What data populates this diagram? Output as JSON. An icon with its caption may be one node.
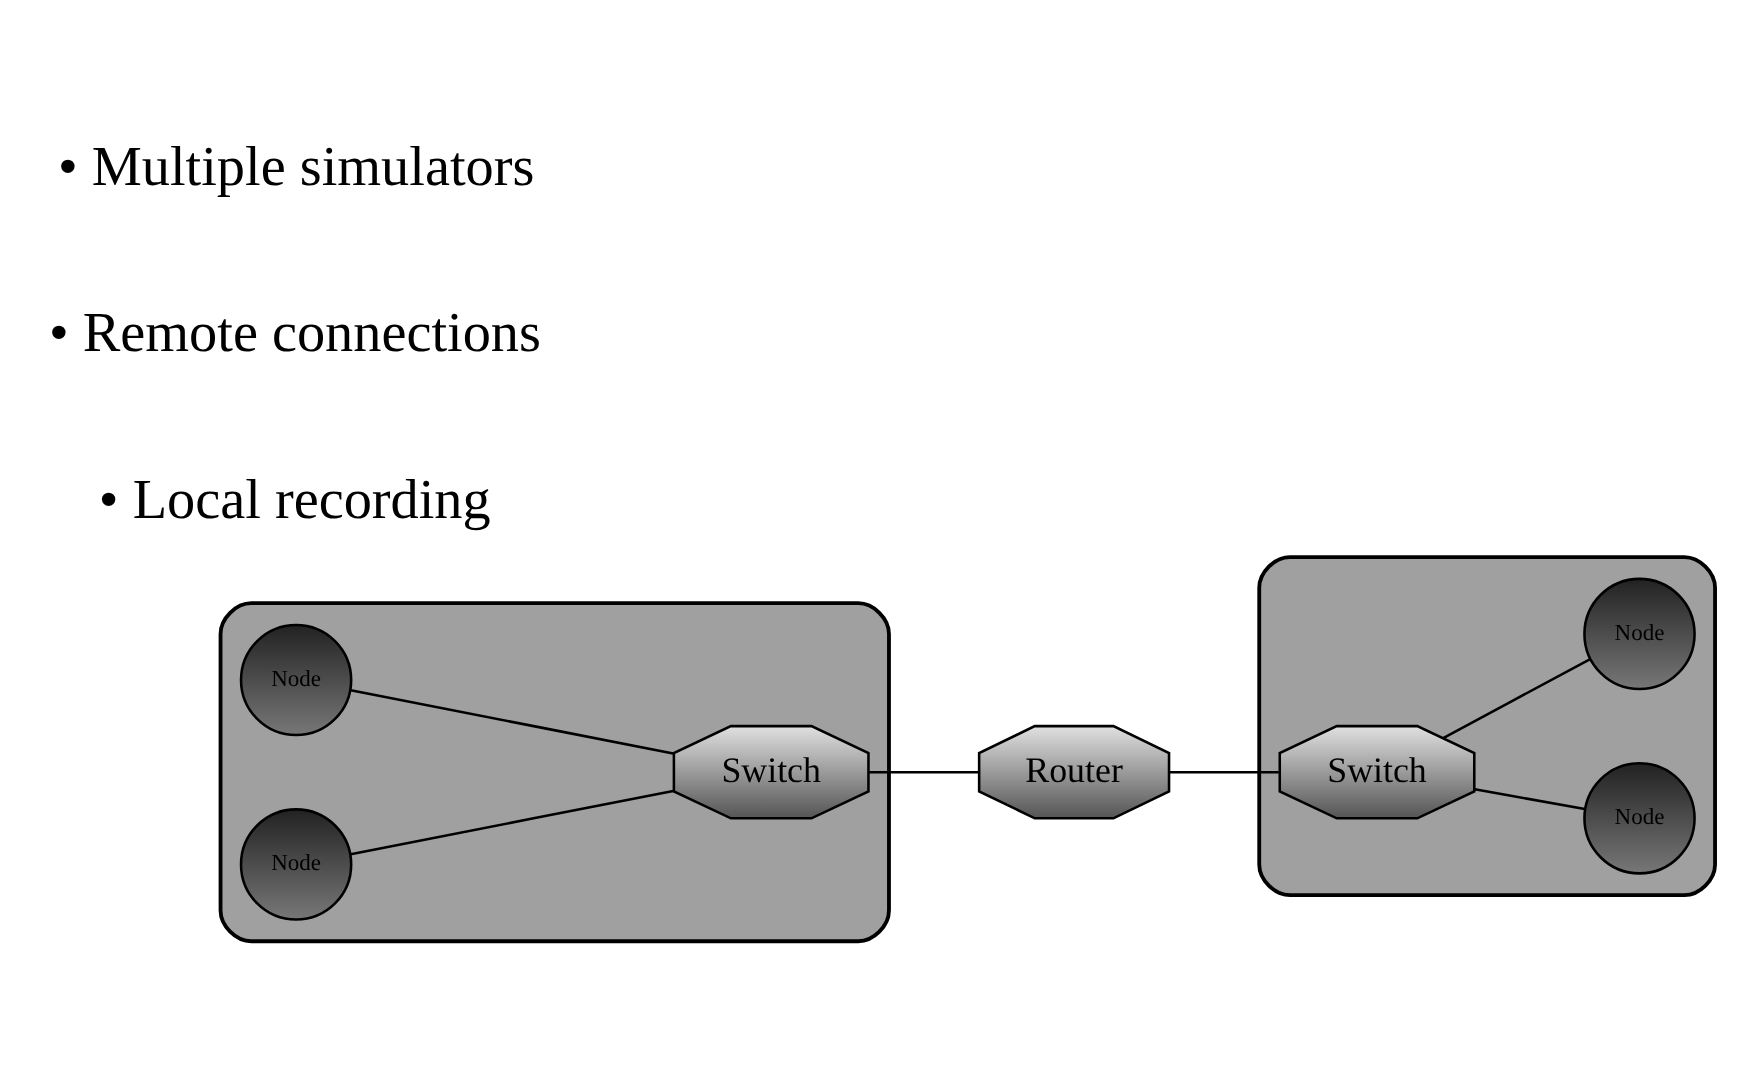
{
  "diagram": {
    "nodes": [
      {
        "text": [],
        "shape": "cloud"
      },
      {
        "text": [
          "Node"
        ],
        "in": 0
      },
      {
        "text": [
          "Node"
        ],
        "in": 0
      },
      {
        "text": [
          "Switch"
        ],
        "in": 0
      },
      {
        "text": [
          "Router"
        ]
      },
      {
        "text": [],
        "shape": "cloud"
      },
      {
        "text": [
          "Switch"
        ],
        "in": 5
      },
      {
        "text": [
          "Node"
        ],
        "in": 5
      },
      {
        "text": [
          "Node"
        ],
        "in": 5
      }
    ],
    "edges": [
      {
        "from": 1,
        "to": 3,
        "arrow": "none"
      },
      {
        "from": 2,
        "to": 3,
        "arrow": "none"
      },
      {
        "from": 3,
        "to": 4,
        "arrow": "none"
      },
      {
        "from": 4,
        "to": 6,
        "arrow": "none"
      },
      {
        "from": 6,
        "to": 7,
        "arrow": "none"
      },
      {
        "from": 6,
        "to": 8,
        "arrow": "none"
      }
    ],
    "labels": [
      "• Multiple simulators",
      "• Remote connections",
      "• Local recording"
    ]
  }
}
